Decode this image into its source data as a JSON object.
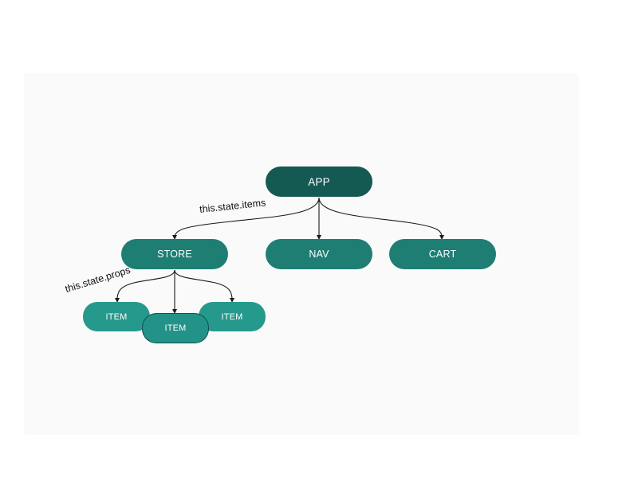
{
  "colors": {
    "background": "#ffffff",
    "panel": "#fafafa",
    "app_node": "#155a52",
    "mid_node": "#1e7e74",
    "leaf_node": "#26998d",
    "leaf_node_front": "#239289",
    "edge": "#1a1a1a"
  },
  "nodes": {
    "app": {
      "label": "APP"
    },
    "store": {
      "label": "STORE"
    },
    "nav": {
      "label": "NAV"
    },
    "cart": {
      "label": "CART"
    },
    "item_left": {
      "label": "ITEM"
    },
    "item_center": {
      "label": "ITEM"
    },
    "item_right": {
      "label": "ITEM"
    }
  },
  "edge_labels": {
    "app_to_store": "this.state.items",
    "store_to_items": "this.state.props"
  },
  "edges": [
    {
      "from": "app",
      "to": "store"
    },
    {
      "from": "app",
      "to": "nav"
    },
    {
      "from": "app",
      "to": "cart"
    },
    {
      "from": "store",
      "to": "item_left"
    },
    {
      "from": "store",
      "to": "item_center"
    },
    {
      "from": "store",
      "to": "item_right"
    }
  ]
}
